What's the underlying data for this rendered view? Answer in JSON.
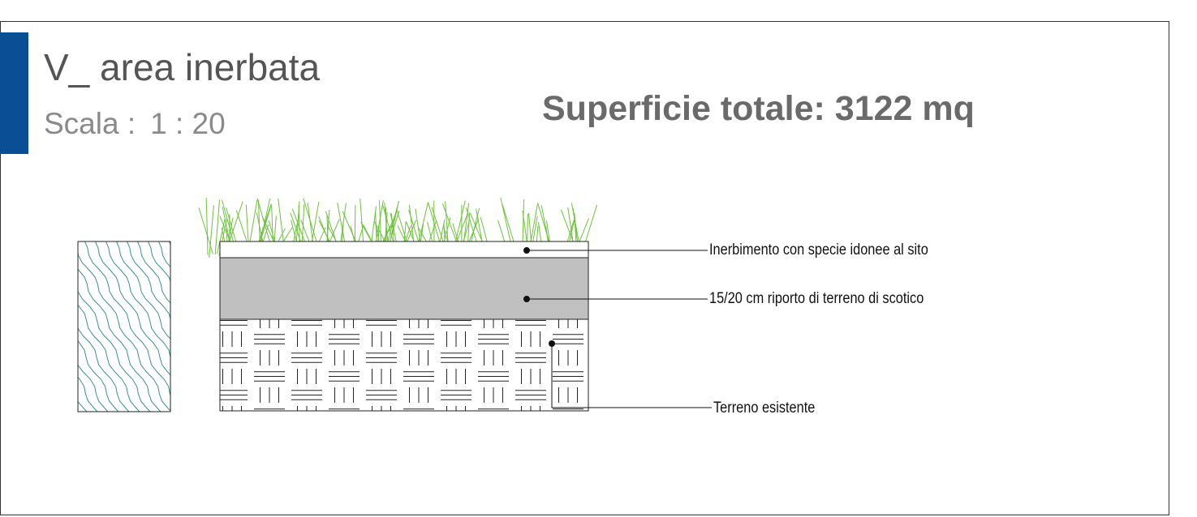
{
  "header": {
    "title": "V_ area inerbata",
    "scale_label": "Scala :",
    "scale_value": "1 : 20",
    "accent_color": "#0a4f96"
  },
  "summary": {
    "total_area": "Superficie totale: 3122 mq"
  },
  "section": {
    "layers": [
      {
        "name": "grass",
        "label": "Inerbimento con specie idonee al sito",
        "color": "#6cc23a"
      },
      {
        "name": "topsoil",
        "label": "15/20 cm riporto di terreno di scotico",
        "color": "#c0c0c0"
      },
      {
        "name": "existing-soil",
        "label": "Terreno esistente",
        "color": "#111111"
      }
    ],
    "swatch_color": "#3a8f8f"
  }
}
